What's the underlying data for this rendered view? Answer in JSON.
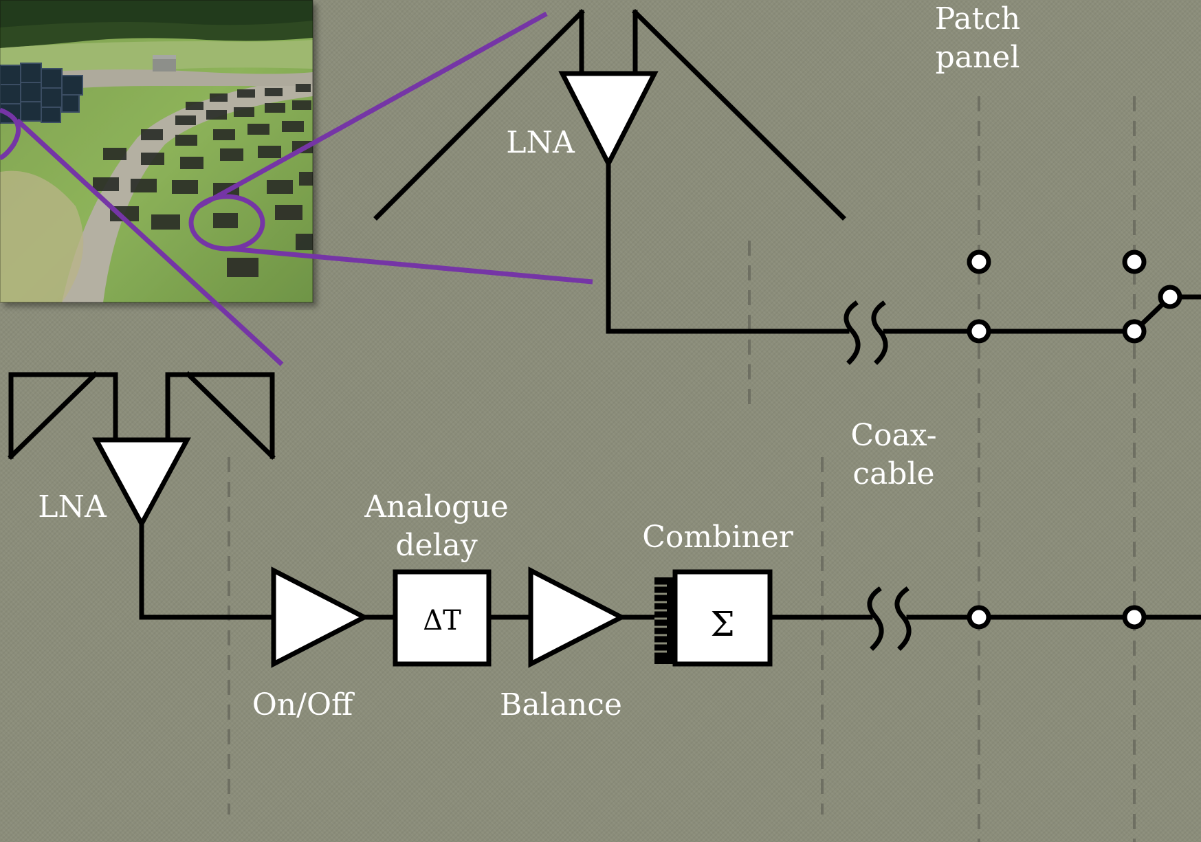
{
  "labels": {
    "lna_top": "LNA",
    "lna_bottom": "LNA",
    "patch_panel_line1": "Patch",
    "patch_panel_line2": "panel",
    "coax_line1": "Coax-",
    "coax_line2": "cable",
    "analogue_line1": "Analogue",
    "analogue_line2": "delay",
    "combiner": "Combiner",
    "on_off": "On/Off",
    "balance": "Balance",
    "delta_t": "ΔT",
    "sigma": "Σ"
  },
  "colors": {
    "background": "#8b8d7a",
    "wire": "#000000",
    "highlight": "#7535a6",
    "label": "#ffffff"
  }
}
